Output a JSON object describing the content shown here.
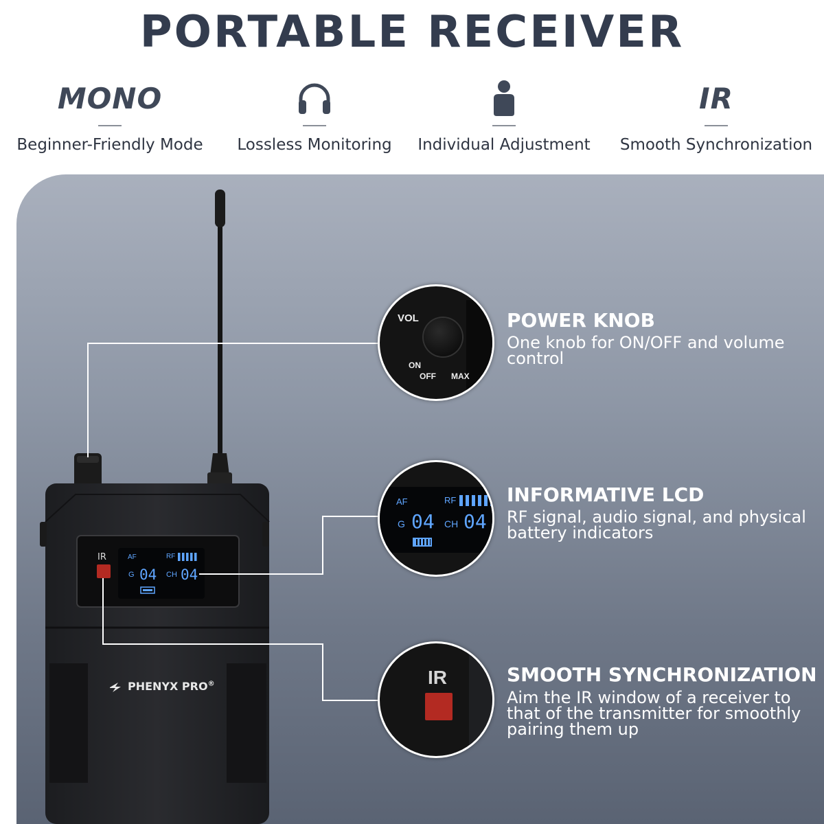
{
  "title": "PORTABLE RECEIVER",
  "features": [
    {
      "top_text": "MONO",
      "icon": "",
      "label": "Beginner-Friendly Mode"
    },
    {
      "top_text": "",
      "icon": "headphones-icon",
      "label": "Lossless Monitoring"
    },
    {
      "top_text": "",
      "icon": "person-icon",
      "label": "Individual Adjustment"
    },
    {
      "top_text": "IR",
      "icon": "",
      "label": "Smooth Synchronization"
    }
  ],
  "callouts": [
    {
      "title": "POWER KNOB",
      "desc": "One knob for ON/OFF and volume control",
      "zoom": {
        "vol": "VOL",
        "on": "ON",
        "off": "OFF",
        "max": "MAX"
      }
    },
    {
      "title": "INFORMATIVE LCD",
      "desc": "RF signal, audio signal, and physical battery indicators",
      "zoom": {
        "af": "AF",
        "rf": "RF",
        "g": "G",
        "g_val": "04",
        "ch": "CH",
        "ch_val": "04"
      }
    },
    {
      "title": "SMOOTH SYNCHRONIZATION",
      "desc": "Aim the IR window of a receiver to that of the transmitter for smoothly pairing them up",
      "zoom": {
        "ir": "IR"
      }
    }
  ],
  "device": {
    "brand": "PHENYX PRO",
    "registered": "®",
    "ir_label": "IR",
    "lcd": {
      "af": "AF",
      "rf": "RF",
      "g": "G",
      "g_val": "04",
      "ch": "CH",
      "ch_val": "04",
      "rf_bars": 5
    }
  },
  "colors": {
    "title": "#333c4e",
    "ir_button": "#b32a22",
    "lcd_text": "#5fa5ff"
  }
}
